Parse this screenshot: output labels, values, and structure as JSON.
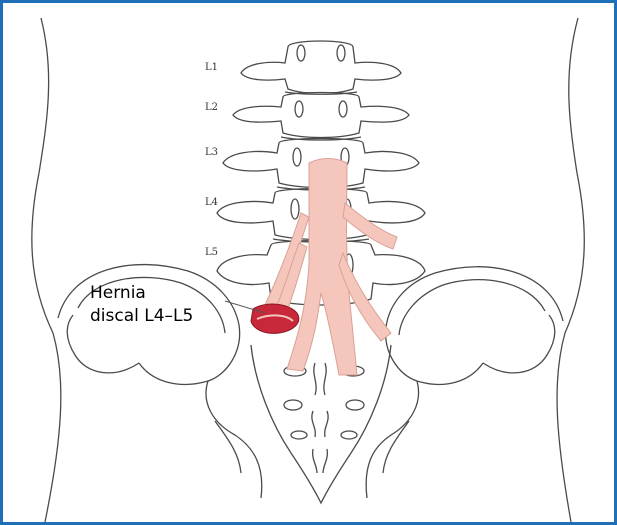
{
  "labels": {
    "vertebrae": [
      "L1",
      "L2",
      "L3",
      "L4",
      "L5"
    ],
    "callout_line1": "Hernia",
    "callout_line2": "discal L4–L5"
  },
  "colors": {
    "frame": "#1f6fb8",
    "line": "#4a4a4a",
    "nerve_fill": "#f5c6bc",
    "hernia_fill": "#c8283a"
  }
}
